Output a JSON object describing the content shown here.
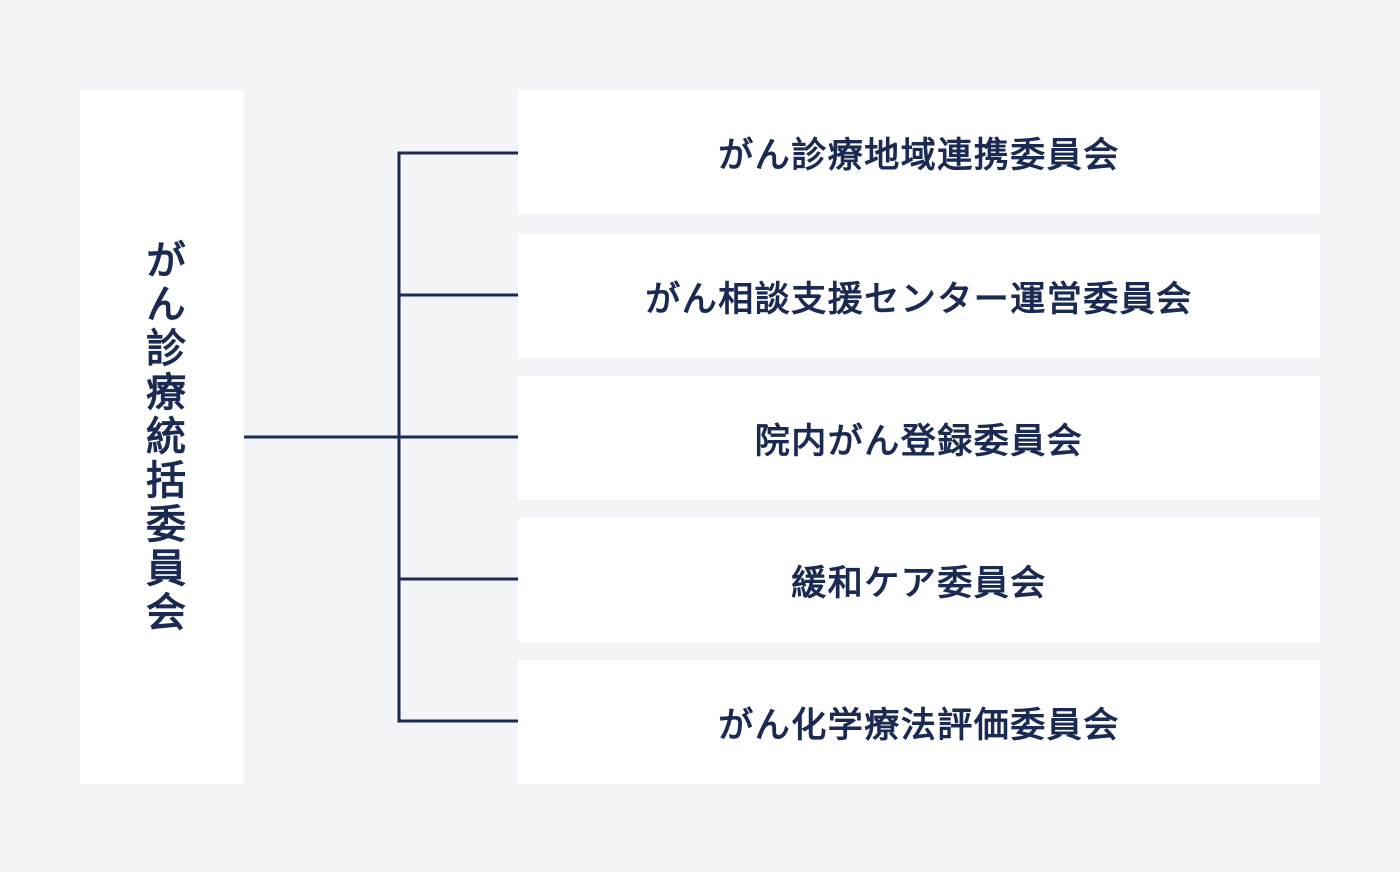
{
  "diagram": {
    "root": {
      "label": "がん診療統括委員会"
    },
    "children": [
      {
        "label": "がん診療地域連携委員会"
      },
      {
        "label": "がん相談支援センター運営委員会"
      },
      {
        "label": "院内がん登録委員会"
      },
      {
        "label": "緩和ケア委員会"
      },
      {
        "label": "がん化学療法評価委員会"
      }
    ]
  },
  "colors": {
    "background": "#f2f4f7",
    "box": "#ffffff",
    "text": "#1b2a52",
    "line": "#1b2a52"
  }
}
